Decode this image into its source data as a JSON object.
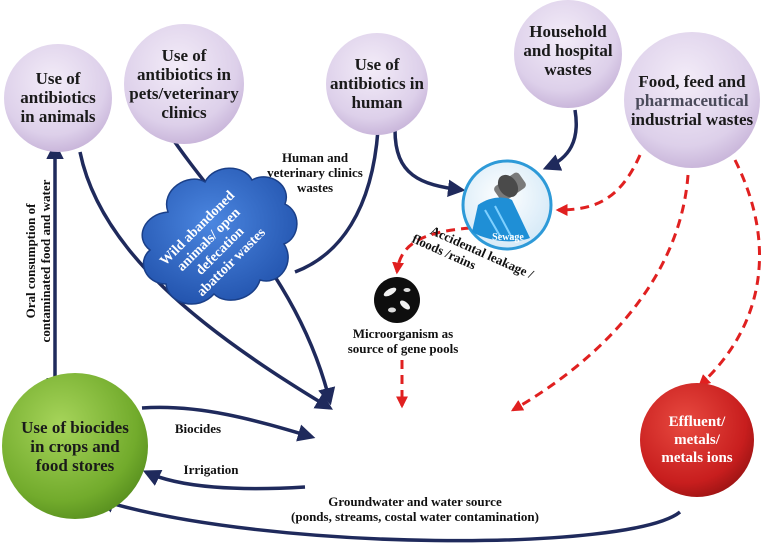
{
  "nodes": {
    "animals": [
      "Use of",
      "antibiotics",
      "in animals"
    ],
    "pets": [
      "Use of",
      "antibiotics in",
      "pets/veterinary",
      "clinics"
    ],
    "human": [
      "Use of",
      "antibiotics in",
      "human"
    ],
    "household": [
      "Household",
      "and hospital",
      "wastes"
    ],
    "industrial": {
      "line1": "Food, feed and",
      "line2": "pharmaceutical",
      "line3": "industrial wastes"
    },
    "biocides": [
      "Use of biocides",
      "in crops and",
      "food stores"
    ],
    "effluent": [
      "Effluent/",
      "metals/",
      "metals ions"
    ],
    "wild": [
      "Wild abandoned",
      "animals/ open",
      "defecation",
      "abattoir wastes"
    ],
    "sewage": "Sewage"
  },
  "labels": {
    "oral": [
      "Oral consumption of",
      "contaminated food and water"
    ],
    "human_vet": [
      "Human and",
      "veterinary clinics",
      "wastes"
    ],
    "accidental": [
      "Accidental leakage /",
      "floods /rains"
    ],
    "microorganism": [
      "Microorganism  as",
      "source of gene pools"
    ],
    "biocides_arrow": "Biocides",
    "irrigation": "Irrigation",
    "groundwater": [
      "Groundwater and water source",
      "(ponds, streams, costal water contamination)"
    ]
  },
  "colors": {
    "node_fill": "#e4d8ee",
    "node_fill_dark": "#c6b2d8",
    "arrow_blue": "#1f2a5c",
    "arrow_red": "#e02020",
    "biocide_green": "#6fa82a",
    "effluent_red": "#c81e1e",
    "cloud_blue": "#2d64c0",
    "sewage_blue": "#2e9ad8"
  }
}
